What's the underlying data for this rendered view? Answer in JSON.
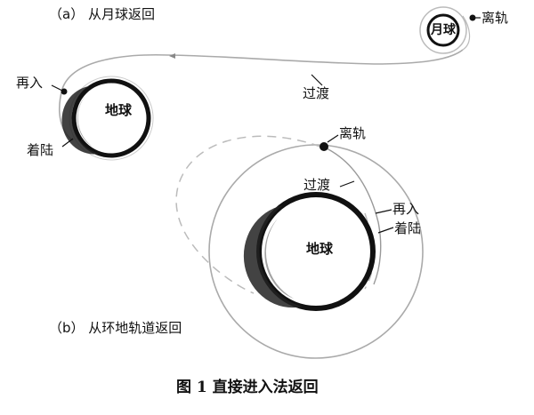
{
  "panel_a": {
    "title": "（a） 从月球返回",
    "moon": "月球",
    "earth": "地球",
    "departure": "离轨",
    "transfer": "过渡",
    "reentry": "再入",
    "landing": "着陆"
  },
  "panel_b": {
    "title": "（b） 从环地轨道返回",
    "earth": "地球",
    "departure": "离轨",
    "transfer": "过渡",
    "reentry": "再入",
    "landing": "着陆"
  },
  "caption": "图 1    直接进入法返回"
}
